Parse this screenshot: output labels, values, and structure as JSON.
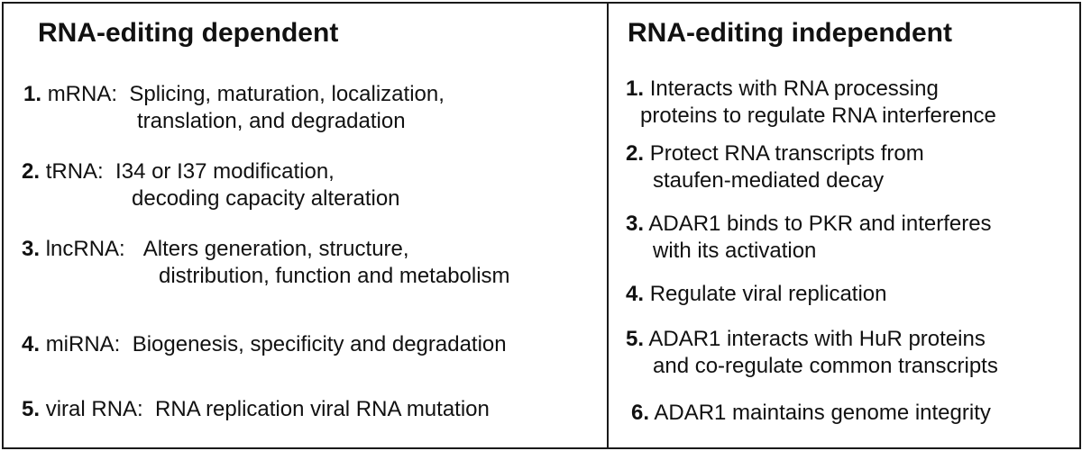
{
  "left": {
    "title": "RNA-editing dependent",
    "items": [
      {
        "num": "1.",
        "label": "mRNA:",
        "line1": "Splicing, maturation, localization,",
        "line2": "translation, and degradation"
      },
      {
        "num": "2.",
        "label": "tRNA:",
        "line1": "I34 or I37 modification,",
        "line2": "decoding capacity alteration"
      },
      {
        "num": "3.",
        "label": "lncRNA:",
        "line1": "Alters generation, structure,",
        "line2": "distribution, function and metabolism"
      },
      {
        "num": "4.",
        "label": "miRNA:",
        "line1": "Biogenesis, specificity and degradation"
      },
      {
        "num": "5.",
        "label": "viral RNA:",
        "line1": "RNA replication viral RNA mutation"
      }
    ]
  },
  "right": {
    "title": "RNA-editing independent",
    "items": [
      {
        "num": "1.",
        "line1": "Interacts with RNA processing",
        "line2": "proteins to regulate RNA interference"
      },
      {
        "num": "2.",
        "line1": "Protect RNA transcripts from",
        "line2": "staufen-mediated decay"
      },
      {
        "num": "3.",
        "line1": "ADAR1 binds to PKR and interferes",
        "line2": "with its activation"
      },
      {
        "num": "4.",
        "line1": "Regulate viral replication"
      },
      {
        "num": "5.",
        "line1": "ADAR1 interacts with HuR proteins",
        "line2": "and co-regulate common transcripts"
      },
      {
        "num": "6.",
        "line1": "ADAR1 maintains genome integrity"
      }
    ]
  }
}
